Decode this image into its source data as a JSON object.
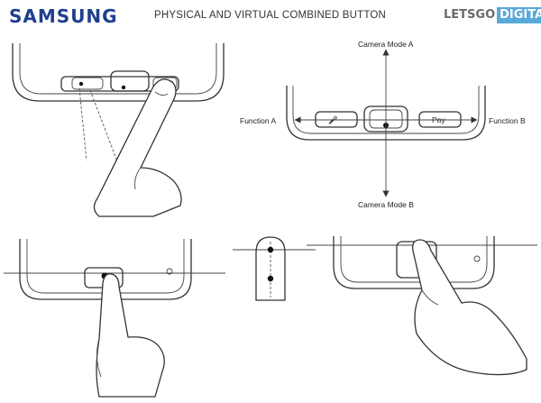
{
  "header": {
    "brand": "SAMSUNG",
    "title": "PHYSICAL AND VIRTUAL COMBINED BUTTON",
    "logo_part1": "LETSGO",
    "logo_part2": "DIGITAL"
  },
  "diagram": {
    "labels": {
      "camera_mode_a": "Camera Mode A",
      "camera_mode_b": "Camera Mode B",
      "function_a": "Function A",
      "function_b": "Function B",
      "pay": "Pay"
    }
  },
  "colors": {
    "brand": "#1f3f8f",
    "logo_accent": "#59a9d9",
    "line": "#333333"
  }
}
